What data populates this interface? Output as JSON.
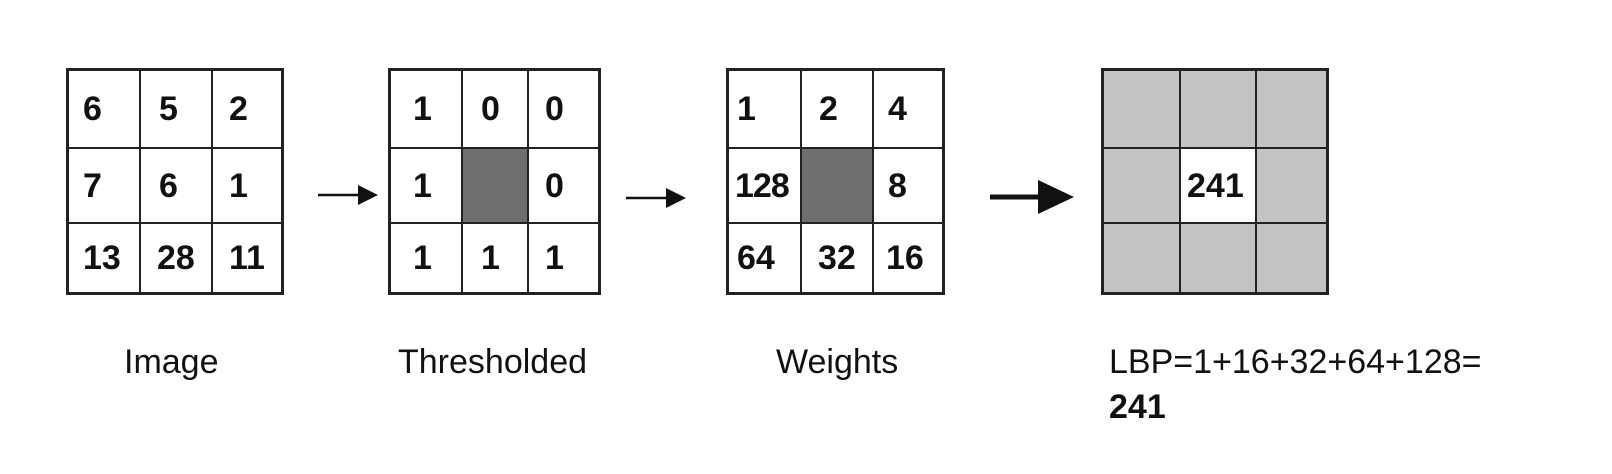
{
  "panels": {
    "image": {
      "caption": "Image",
      "cells": [
        "6",
        "5",
        "2",
        "7",
        "6",
        "1",
        "13",
        "28",
        "11"
      ]
    },
    "thresholded": {
      "caption": "Thresholded",
      "cells": [
        "1",
        "0",
        "0",
        "1",
        "",
        "0",
        "1",
        "1",
        "1"
      ]
    },
    "weights": {
      "caption": "Weights",
      "cells": [
        "1",
        "2",
        "4",
        "128",
        "",
        "8",
        "64",
        "32",
        "16"
      ]
    },
    "result": {
      "center_value": "241",
      "caption_line1": "LBP=1+16+32+64+128=",
      "caption_line2": "241"
    }
  },
  "colors": {
    "center_fill": "#6e6e6e",
    "result_fill": "#c4c4c4",
    "line": "#222222"
  }
}
